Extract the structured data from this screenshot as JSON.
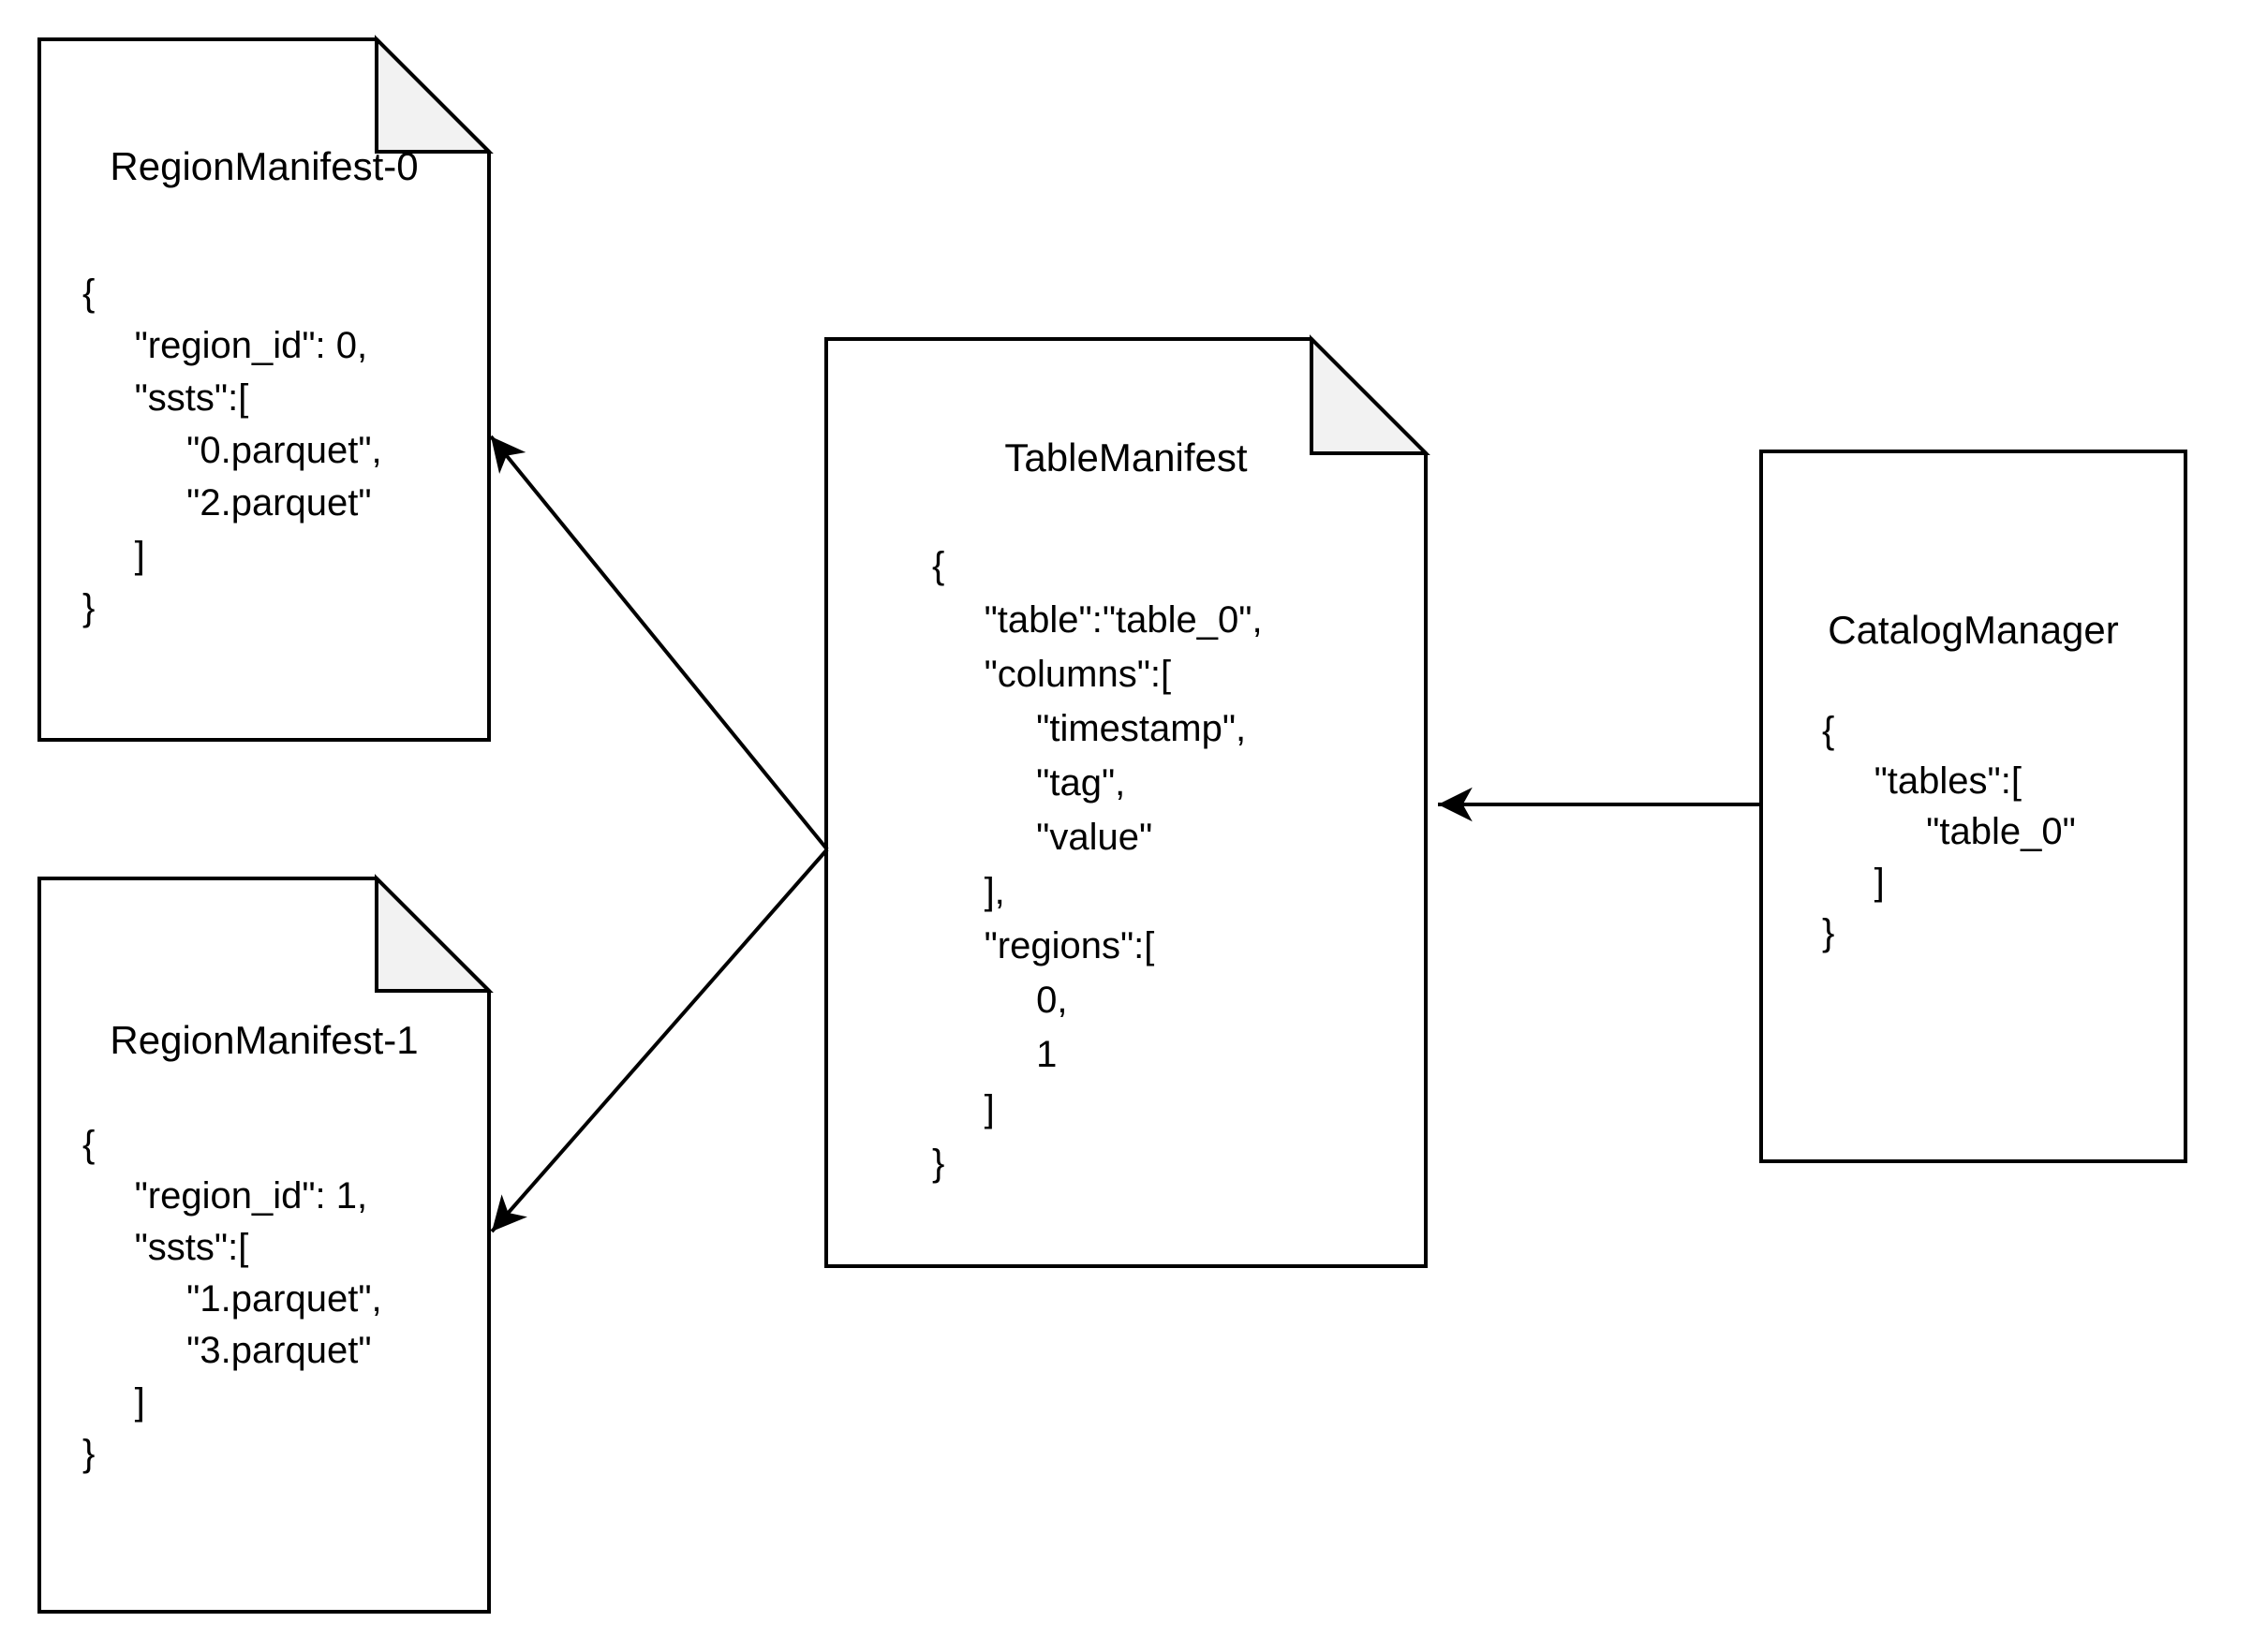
{
  "diagram": {
    "colors": {
      "stroke": "#000000",
      "shape_fill": "#ffffff",
      "fold_fill": "#f2f2f2",
      "background": "#ffffff",
      "text": "#000000"
    },
    "nodes": {
      "region_manifest_0": {
        "title": "RegionManifest-0",
        "code": "{\n     \"region_id\": 0,\n     \"ssts\":[\n          \"0.parquet\",\n          \"2.parquet\"\n     ]\n}"
      },
      "region_manifest_1": {
        "title": "RegionManifest-1",
        "code": "{\n     \"region_id\": 1,\n     \"ssts\":[\n          \"1.parquet\",\n          \"3.parquet\"\n     ]\n}"
      },
      "table_manifest": {
        "title": "TableManifest",
        "code": "{\n     \"table\":\"table_0\",\n     \"columns\":[\n          \"timestamp\",\n          \"tag\",\n          \"value\"\n     ],\n     \"regions\":[\n          0,\n          1\n     ]\n}"
      },
      "catalog_manager": {
        "title": "CatalogManager",
        "code": "{\n     \"tables\":[\n          \"table_0\"\n     ]\n}"
      }
    },
    "edges": [
      {
        "from": "TableManifest",
        "to": "RegionManifest-0"
      },
      {
        "from": "TableManifest",
        "to": "RegionManifest-1"
      },
      {
        "from": "CatalogManager",
        "to": "TableManifest"
      }
    ]
  }
}
